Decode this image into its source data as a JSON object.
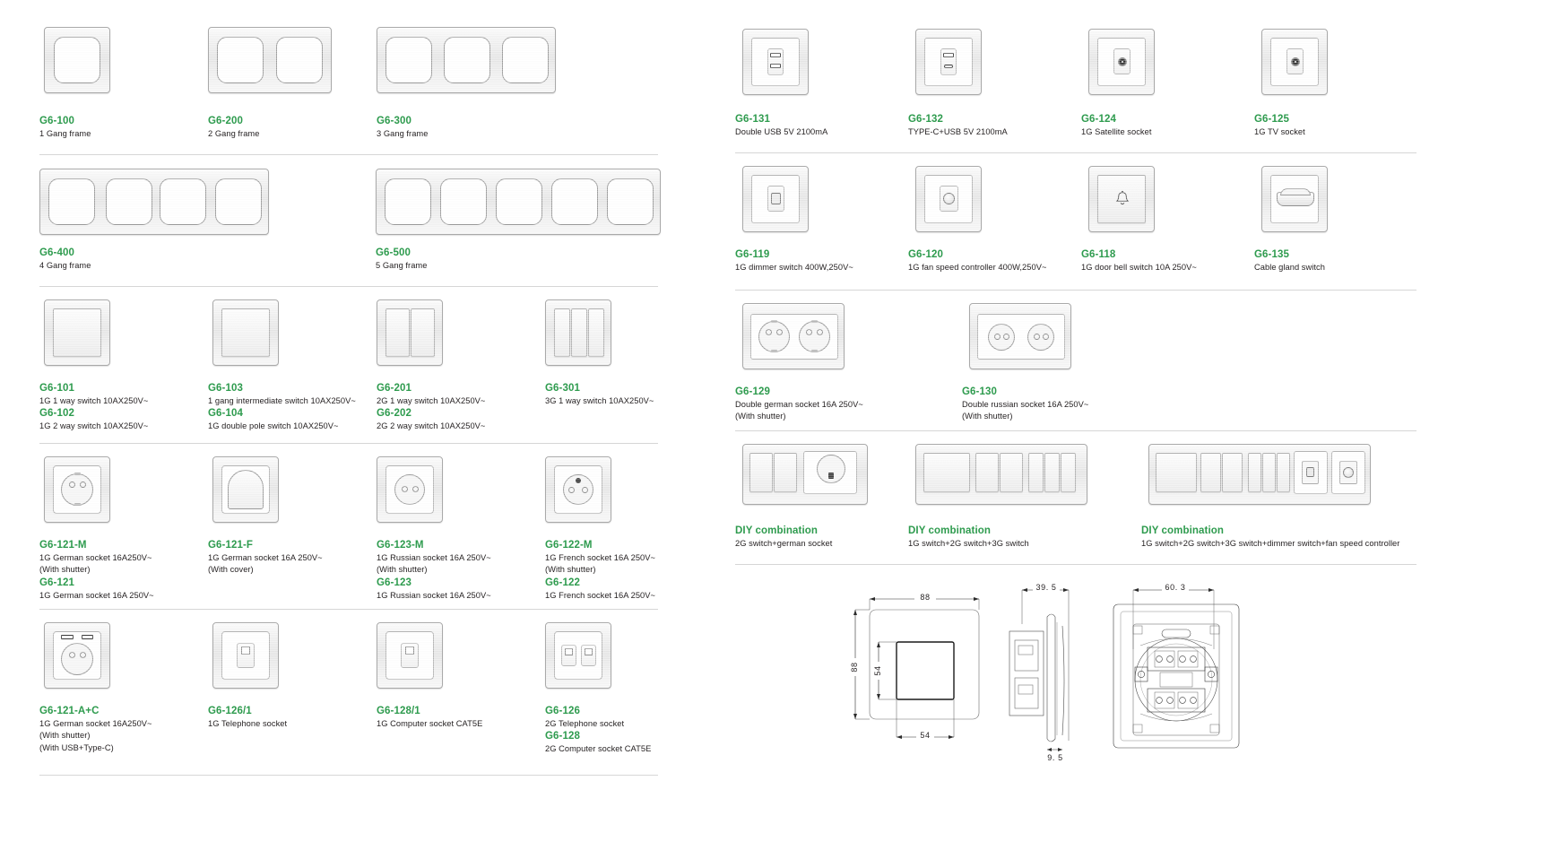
{
  "accent_color": "#2e9b4e",
  "left_column": {
    "rows": [
      {
        "id": "frames-1-3",
        "items": [
          {
            "art": "frame",
            "gangs": 1,
            "codes": [
              {
                "code": "G6-100",
                "desc": "1 Gang frame"
              }
            ]
          },
          {
            "art": "frame",
            "gangs": 2,
            "codes": [
              {
                "code": "G6-200",
                "desc": "2 Gang frame"
              }
            ]
          },
          {
            "art": "frame",
            "gangs": 3,
            "codes": [
              {
                "code": "G6-300",
                "desc": "3 Gang frame"
              }
            ]
          }
        ]
      },
      {
        "id": "frames-4-5",
        "items": [
          {
            "art": "frame",
            "gangs": 4,
            "codes": [
              {
                "code": "G6-400",
                "desc": "4 Gang frame"
              }
            ]
          },
          {
            "art": "frame",
            "gangs": 5,
            "codes": [
              {
                "code": "G6-500",
                "desc": "5 Gang frame"
              }
            ]
          }
        ]
      },
      {
        "id": "switches",
        "items": [
          {
            "art": "switch1",
            "codes": [
              {
                "code": "G6-101",
                "desc": "1G 1 way switch 10AX250V~"
              },
              {
                "code": "G6-102",
                "desc": "1G 2 way switch 10AX250V~"
              }
            ]
          },
          {
            "art": "switch1",
            "codes": [
              {
                "code": "G6-103",
                "desc": "1 gang intermediate switch  10AX250V~"
              },
              {
                "code": "G6-104",
                "desc": "1G double pole switch  10AX250V~"
              }
            ]
          },
          {
            "art": "switch2",
            "codes": [
              {
                "code": "G6-201",
                "desc": "2G 1 way  switch 10AX250V~"
              },
              {
                "code": "G6-202",
                "desc": "2G 2 way  switch 10AX250V~"
              }
            ]
          },
          {
            "art": "switch3",
            "codes": [
              {
                "code": "G6-301",
                "desc": "3G 1 way switch 10AX250V~"
              }
            ]
          }
        ]
      },
      {
        "id": "sockets",
        "items": [
          {
            "art": "german",
            "codes": [
              {
                "code": "G6-121-M",
                "desc": "1G German socket 16A250V~\n(With shutter)"
              },
              {
                "code": "G6-121",
                "desc": "1G German socket 16A 250V~"
              }
            ]
          },
          {
            "art": "german-cover",
            "codes": [
              {
                "code": "G6-121-F",
                "desc": "1G German socket 16A 250V~\n(With cover)"
              }
            ]
          },
          {
            "art": "russian",
            "codes": [
              {
                "code": "G6-123-M",
                "desc": "1G Russian socket 16A 250V~\n(With shutter)"
              },
              {
                "code": "G6-123",
                "desc": "1G Russian socket 16A 250V~"
              }
            ]
          },
          {
            "art": "french",
            "codes": [
              {
                "code": "G6-122-M",
                "desc": "1G French socket 16A 250V~\n(With shutter)"
              },
              {
                "code": "G6-122",
                "desc": "1G French socket 16A 250V~"
              }
            ]
          }
        ]
      },
      {
        "id": "data-sockets",
        "items": [
          {
            "art": "german-usb",
            "codes": [
              {
                "code": "G6-121-A+C",
                "desc": "1G German socket 16A250V~\n(With shutter)\n(With USB+Type-C)"
              }
            ]
          },
          {
            "art": "tel1",
            "codes": [
              {
                "code": "G6-126/1",
                "desc": "1G Telephone socket"
              }
            ]
          },
          {
            "art": "cat5e1",
            "codes": [
              {
                "code": "G6-128/1",
                "desc": "1G Computer socket CAT5E"
              }
            ]
          },
          {
            "art": "tel2",
            "codes": [
              {
                "code": "G6-126",
                "desc": "2G Telephone socket"
              },
              {
                "code": "G6-128",
                "desc": "2G Computer socket CAT5E"
              }
            ]
          }
        ]
      }
    ]
  },
  "right_column": {
    "rows": [
      {
        "id": "usb-av",
        "items": [
          {
            "art": "usb2",
            "codes": [
              {
                "code": "G6-131",
                "desc": "Double USB 5V 2100mA"
              }
            ]
          },
          {
            "art": "usbc",
            "codes": [
              {
                "code": "G6-132",
                "desc": "TYPE-C+USB  5V 2100mA"
              }
            ]
          },
          {
            "art": "sat",
            "codes": [
              {
                "code": "G6-124",
                "desc": "1G Satellite socket"
              }
            ]
          },
          {
            "art": "tv",
            "codes": [
              {
                "code": "G6-125",
                "desc": "1G TV socket"
              }
            ]
          }
        ]
      },
      {
        "id": "dimmer-fan",
        "items": [
          {
            "art": "dimmer",
            "codes": [
              {
                "code": "G6-119",
                "desc": "1G dimmer switch 400W,250V~"
              }
            ]
          },
          {
            "art": "fan",
            "codes": [
              {
                "code": "G6-120",
                "desc": "1G fan speed controller 400W,250V~"
              }
            ]
          },
          {
            "art": "bell",
            "codes": [
              {
                "code": "G6-118",
                "desc": "1G door bell switch 10A 250V~"
              }
            ]
          },
          {
            "art": "gland",
            "codes": [
              {
                "code": "G6-135",
                "desc": "Cable gland switch"
              }
            ]
          }
        ]
      },
      {
        "id": "double-sockets",
        "items": [
          {
            "art": "dbl-german",
            "codes": [
              {
                "code": "G6-129",
                "desc": "Double german socket 16A 250V~\n(With shutter)"
              }
            ]
          },
          {
            "art": "dbl-russian",
            "codes": [
              {
                "code": "G6-130",
                "desc": "Double russian socket 16A 250V~\n(With shutter)"
              }
            ]
          }
        ]
      },
      {
        "id": "diy",
        "items": [
          {
            "art": "diy2",
            "codes": [
              {
                "code": "DIY combination",
                "desc": "2G switch+german socket"
              }
            ]
          },
          {
            "art": "diy3",
            "codes": [
              {
                "code": "DIY combination",
                "desc": "1G switch+2G switch+3G switch"
              }
            ]
          },
          {
            "art": "diy5",
            "codes": [
              {
                "code": "DIY combination",
                "desc": "1G switch+2G switch+3G switch+dimmer switch+fan speed controller"
              }
            ]
          }
        ]
      }
    ]
  },
  "dimension_drawing": {
    "front_view": {
      "width_label": "88",
      "height_label": "88",
      "inner_width_label": "54",
      "inner_height_label": "54"
    },
    "side_view": {
      "depth_label": "39. 5",
      "protrusion_label": "9. 5"
    },
    "rear_view": {
      "mounting_label": "60. 3"
    }
  }
}
